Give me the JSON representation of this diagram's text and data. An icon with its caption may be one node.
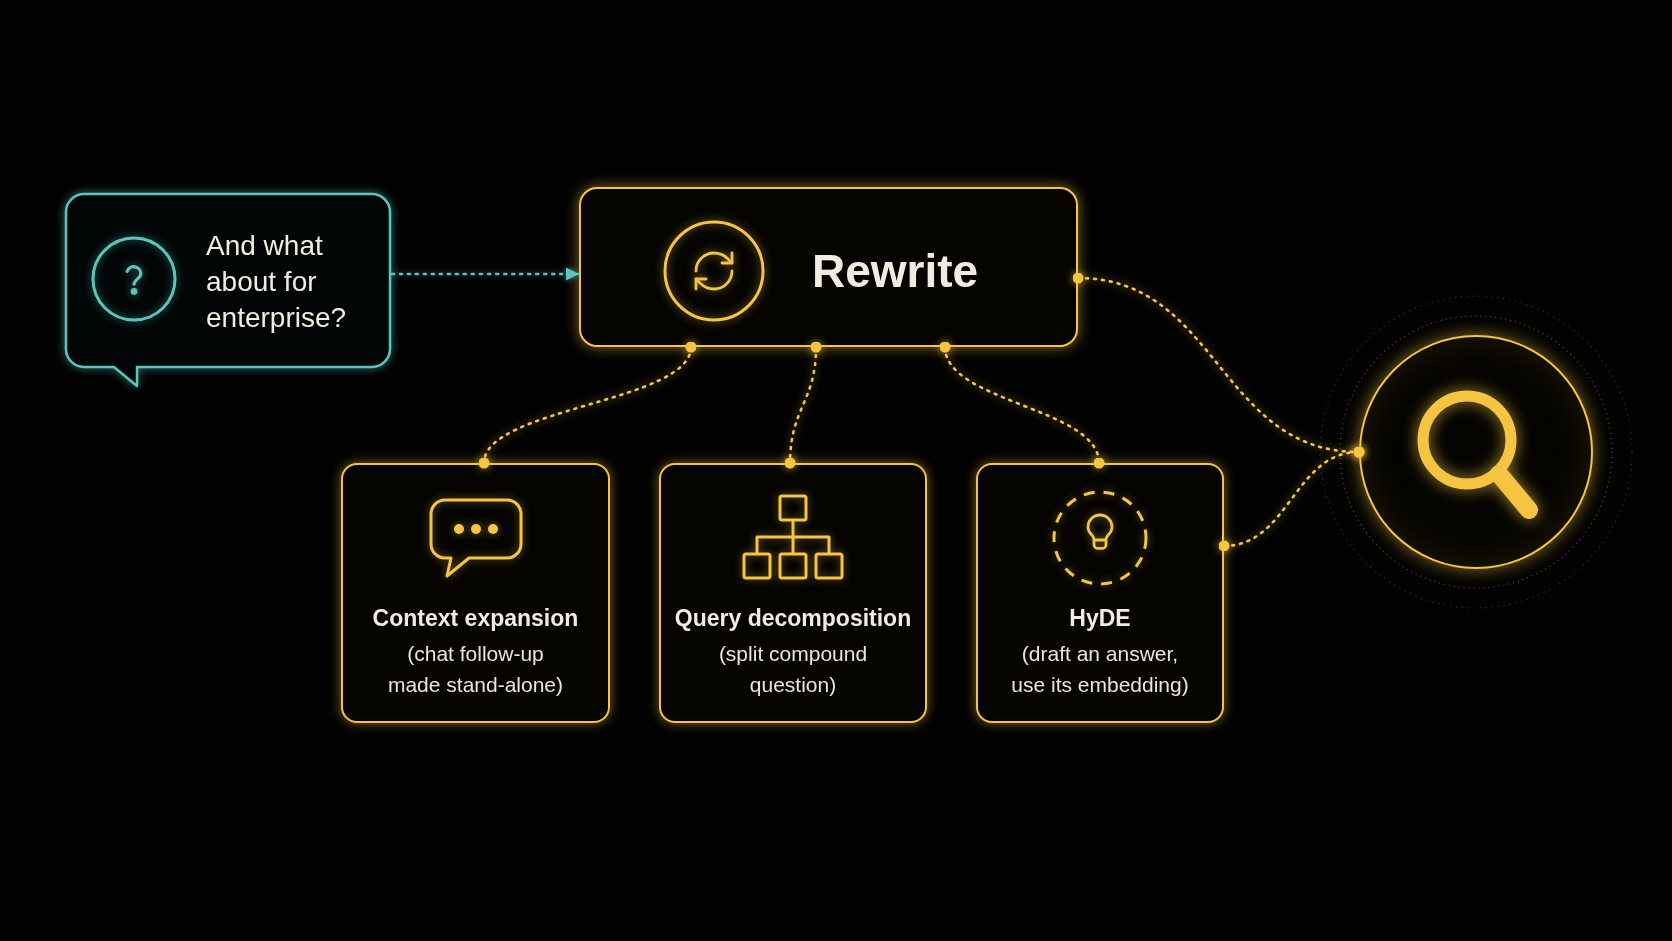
{
  "diagram": {
    "nodes": [
      {
        "text": [
          "And what about for enterprise?"
        ]
      },
      {
        "text": [
          "Rewrite"
        ]
      },
      {
        "text": [
          "Context expansion",
          "(chat follow-up made stand-alone)"
        ]
      },
      {
        "text": [
          "Query decomposition",
          "(split compound question)"
        ]
      },
      {
        "text": [
          "HyDE",
          "(draft an answer, use its embedding)"
        ]
      },
      {
        "text": [],
        "shape": "circle"
      }
    ],
    "edges": [
      {
        "from": 0,
        "to": 1,
        "arrow": "to",
        "style": "dashed",
        "color": "#5cc4bd"
      },
      {
        "from": 1,
        "to": 2,
        "arrow": "other",
        "style": "dashed"
      },
      {
        "from": 1,
        "to": 3,
        "arrow": "other",
        "style": "dashed"
      },
      {
        "from": 1,
        "to": 4,
        "arrow": "other",
        "style": "dashed"
      },
      {
        "from": 1,
        "to": 5,
        "arrow": "other",
        "style": "dashed"
      },
      {
        "from": 4,
        "to": 5,
        "arrow": "other",
        "style": "dashed"
      }
    ]
  }
}
